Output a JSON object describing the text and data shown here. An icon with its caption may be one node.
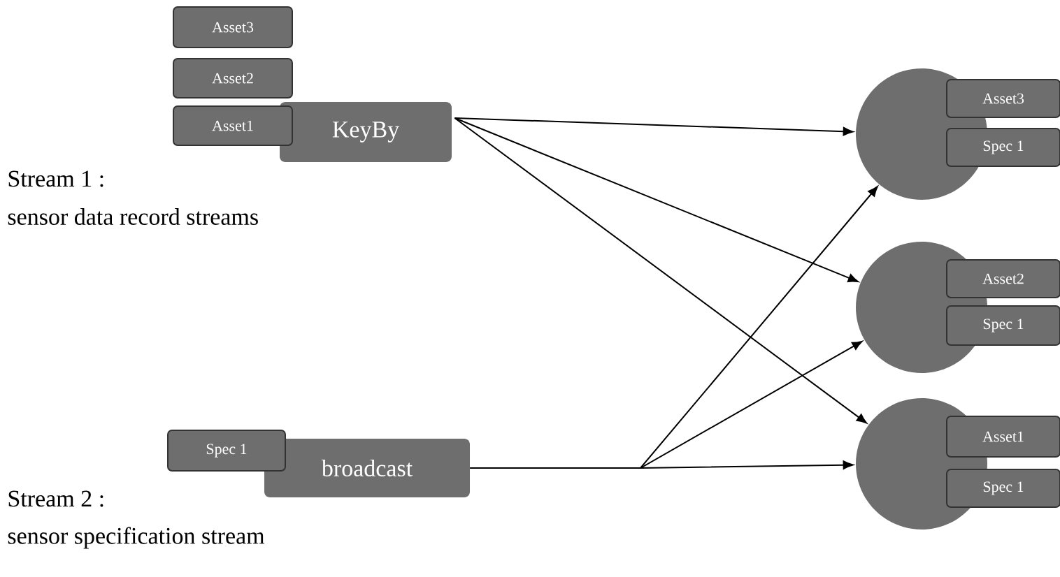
{
  "diagram": {
    "nodes": [
      {
        "text": [
          "Asset3"
        ]
      },
      {
        "text": [
          "Asset2"
        ]
      },
      {
        "text": [
          "Asset1"
        ]
      },
      {
        "text": [
          "KeyBy"
        ]
      },
      {
        "text": [],
        "shape": "circle"
      },
      {
        "text": [
          "Asset3"
        ]
      },
      {
        "text": [
          "Spec 1"
        ]
      },
      {
        "text": [],
        "shape": "circle"
      },
      {
        "text": [
          "Asset2"
        ]
      },
      {
        "text": [
          "Spec 1"
        ]
      },
      {
        "text": [
          "Spec 1"
        ]
      },
      {
        "text": [
          "broadcast"
        ]
      },
      {
        "text": [],
        "shape": "circle"
      },
      {
        "text": [
          "Asset1"
        ]
      },
      {
        "text": [
          "Spec 1"
        ]
      }
    ],
    "edges": [
      {
        "from": 3,
        "to": 4,
        "arrow": "to"
      },
      {
        "from": 3,
        "to": 7,
        "arrow": "to"
      },
      {
        "from": 3,
        "to": 12,
        "arrow": "to"
      },
      {
        "from": 11,
        "to": 4,
        "arrow": "to"
      },
      {
        "from": 11,
        "to": 7,
        "arrow": "to"
      },
      {
        "from": 11,
        "to": 12,
        "arrow": "to"
      }
    ],
    "labels": [
      "Stream 1 :",
      "sensor data record streams",
      "Stream 2 :",
      "sensor specification stream"
    ]
  }
}
